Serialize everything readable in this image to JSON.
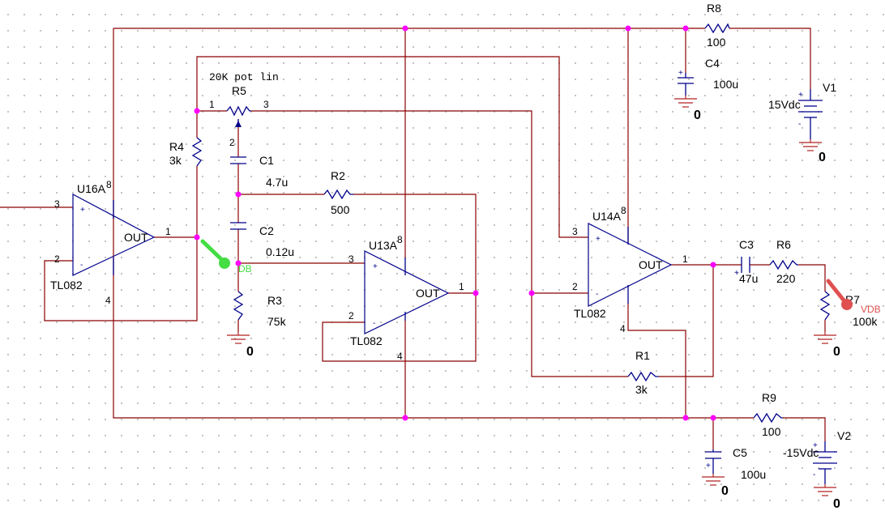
{
  "schematic": {
    "opamps": [
      {
        "id": "U16A",
        "ref": "U16A",
        "model": "TL082",
        "out": "OUT",
        "pin_plus": "3",
        "pin_minus": "2",
        "pin_out": "1",
        "pin_vpos": "8",
        "pin_vneg": "4"
      },
      {
        "id": "U13A",
        "ref": "U13A",
        "model": "TL082",
        "out": "OUT",
        "pin_plus": "3",
        "pin_minus": "2",
        "pin_out": "1",
        "pin_vpos": "8",
        "pin_vneg": "4"
      },
      {
        "id": "U14A",
        "ref": "U14A",
        "model": "TL082",
        "out": "OUT",
        "pin_plus": "3",
        "pin_minus": "2",
        "pin_out": "1",
        "pin_vpos": "8",
        "pin_vneg": "4"
      }
    ],
    "resistors": {
      "R1": {
        "ref": "R1",
        "value": "3k"
      },
      "R2": {
        "ref": "R2",
        "value": "500"
      },
      "R3": {
        "ref": "R3",
        "value": "75k"
      },
      "R4": {
        "ref": "R4",
        "value": "3k"
      },
      "R6": {
        "ref": "R6",
        "value": "220"
      },
      "R7": {
        "ref": "R7",
        "value": "100k"
      },
      "R8": {
        "ref": "R8",
        "value": "100"
      },
      "R9": {
        "ref": "R9",
        "value": "100"
      }
    },
    "pot": {
      "ref": "R5",
      "description": "20K pot lin",
      "pin1": "1",
      "pin2": "2",
      "pin3": "3"
    },
    "capacitors": {
      "C1": {
        "ref": "C1",
        "value": "4.7u"
      },
      "C2": {
        "ref": "C2",
        "value": "0.12u"
      },
      "C3": {
        "ref": "C3",
        "value": "47u"
      },
      "C4": {
        "ref": "C4",
        "value": "100u"
      },
      "C5": {
        "ref": "C5",
        "value": "100u"
      }
    },
    "sources": {
      "V1": {
        "ref": "V1",
        "value": "15Vdc"
      },
      "V2": {
        "ref": "V2",
        "value": "-15Vdc"
      }
    },
    "ground_label": "0",
    "probes": [
      {
        "label": "DB",
        "color": "#00e000"
      },
      {
        "label": "VDB",
        "color": "#e05050"
      }
    ],
    "colors": {
      "wire": "#8b0000",
      "component": "#00008b",
      "node": "#ff00ff",
      "ground": "#b22222"
    }
  }
}
